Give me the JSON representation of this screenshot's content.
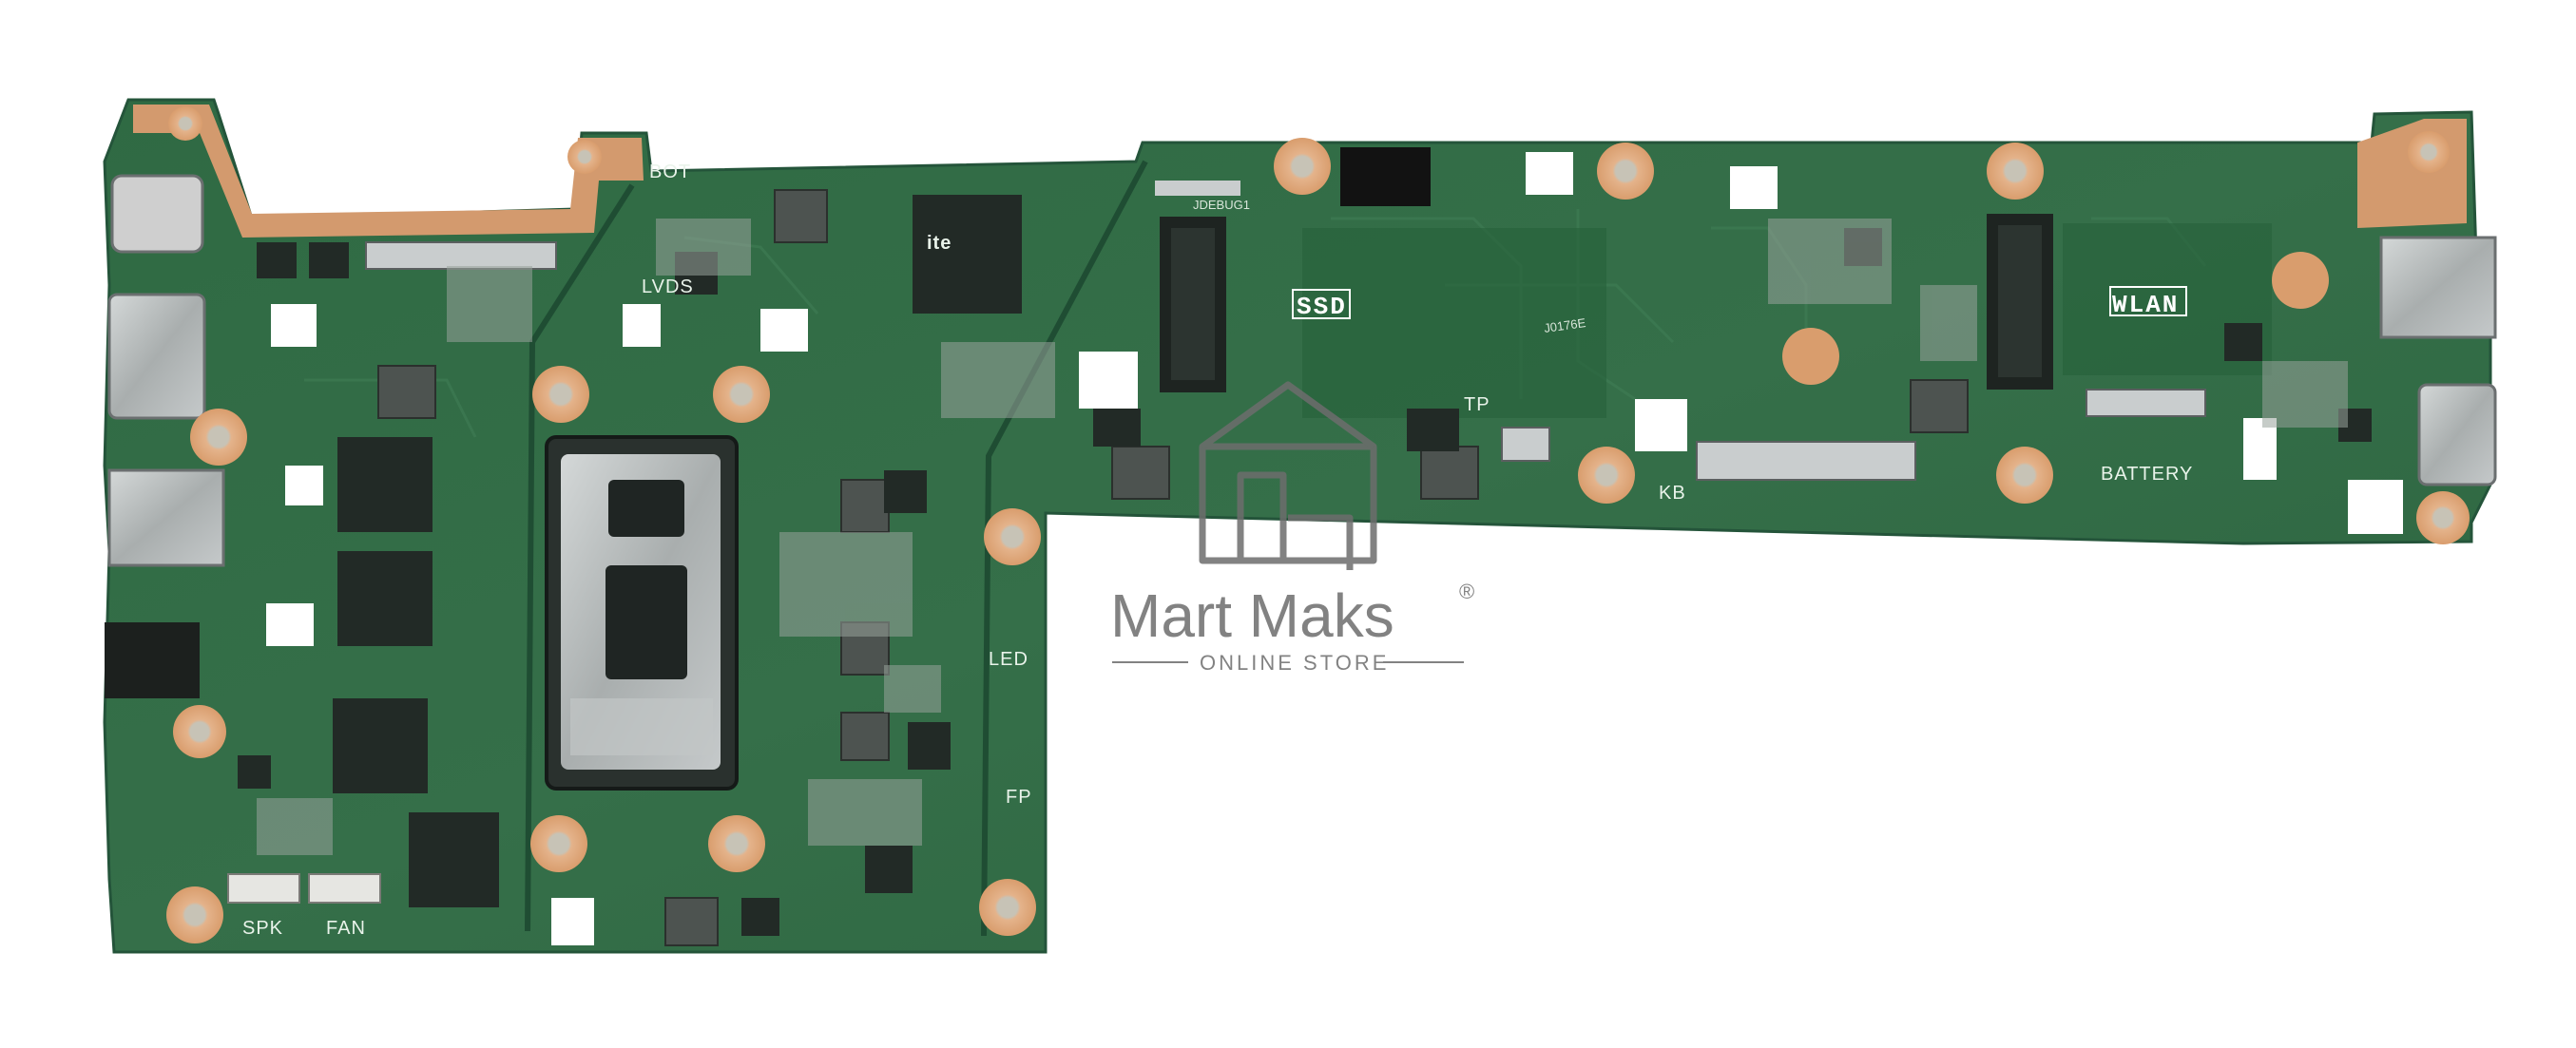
{
  "image": {
    "subject": "laptop motherboard photo",
    "background": "#ffffff",
    "pcb_color": "#2f6c45"
  },
  "silkscreen": {
    "lvds": "LVDS",
    "ssd": "SSD",
    "wlan": "WLAN",
    "tp": "TP",
    "kb": "KB",
    "battery": "BATTERY",
    "led": "LED",
    "fp": "FP",
    "spk": "SPK",
    "fan": "FAN",
    "bot": "BOT",
    "jdebug": "JDEBUG1",
    "chip_brand": "ite",
    "ssd_code": "J0176E"
  },
  "watermark": {
    "title": "Mart Maks",
    "registered": "®",
    "subtitle": "ONLINE STORE",
    "color": "#6d6d6d"
  },
  "colors": {
    "copper_pad": "#d9a071",
    "screw_hole": "#e3b48c",
    "cpu_metal": "#b8bdbd",
    "chip": "#222a26",
    "connector_metal": "#c9cdce"
  }
}
